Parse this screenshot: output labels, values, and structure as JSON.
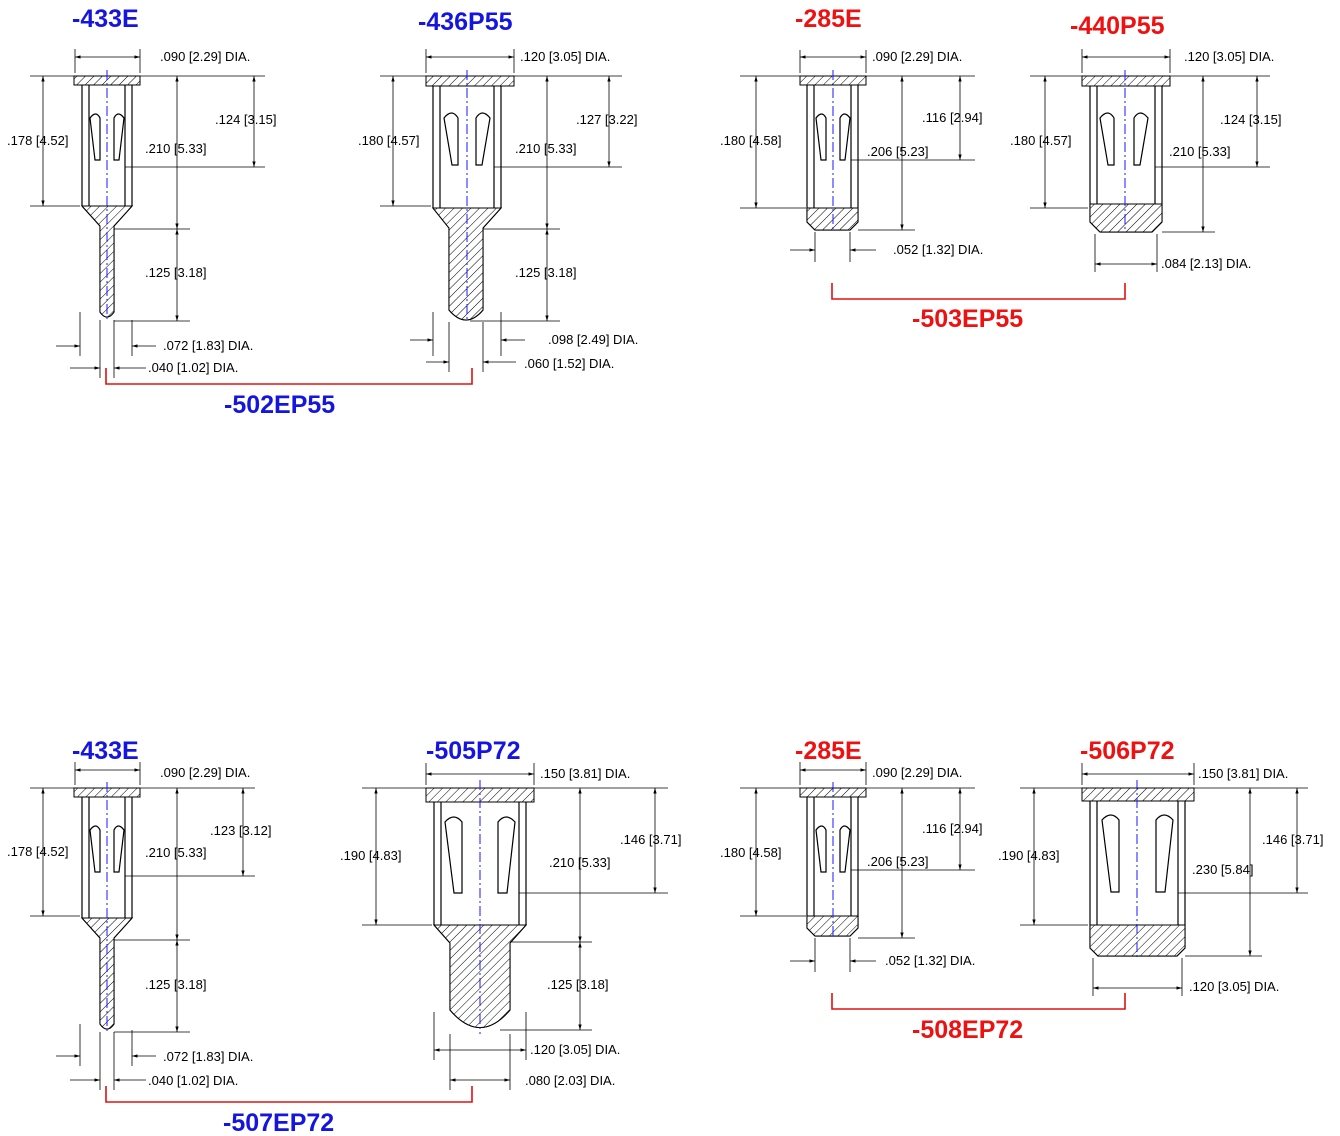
{
  "colors": {
    "blue_label": "#1515e0",
    "red_label": "#ee1111",
    "centerline": "#1a1aff"
  },
  "panels": {
    "tl": {
      "part_a": "-433E",
      "part_b": "-436P55",
      "assembly": "-502EP55",
      "a_top_dia": ".090 [2.29] DIA.",
      "a_len": ".178 [4.52]",
      "a_total": ".210 [5.33]",
      "a_depth": ".124 [3.15]",
      "a_tail": ".125 [3.18]",
      "a_tail_dia": ".072 [1.83] DIA.",
      "a_pin_dia": ".040 [1.02] DIA.",
      "b_top_dia": ".120 [3.05] DIA.",
      "b_len": ".180 [4.57]",
      "b_total": ".210 [5.33]",
      "b_depth": ".127 [3.22]",
      "b_tail": ".125 [3.18]",
      "b_tail_dia": ".098 [2.49] DIA.",
      "b_pin_dia": ".060 [1.52] DIA."
    },
    "tr": {
      "part_a": "-285E",
      "part_b": "-440P55",
      "assembly": "-503EP55",
      "a_top_dia": ".090 [2.29] DIA.",
      "a_len": ".180 [4.58]",
      "a_total": ".206 [5.23]",
      "a_depth": ".116 [2.94]",
      "a_bot_dia": ".052 [1.32] DIA.",
      "b_top_dia": ".120 [3.05] DIA.",
      "b_len": ".180 [4.57]",
      "b_total": ".210 [5.33]",
      "b_depth": ".124 [3.15]",
      "b_bot_dia": ".084 [2.13] DIA."
    },
    "bl": {
      "part_a": "-433E",
      "part_b": "-505P72",
      "assembly": "-507EP72",
      "a_top_dia": ".090 [2.29] DIA.",
      "a_len": ".178 [4.52]",
      "a_total": ".210 [5.33]",
      "a_depth": ".123 [3.12]",
      "a_tail": ".125 [3.18]",
      "a_tail_dia": ".072 [1.83] DIA.",
      "a_pin_dia": ".040 [1.02] DIA.",
      "b_top_dia": ".150 [3.81] DIA.",
      "b_len": ".190 [4.83]",
      "b_total": ".210 [5.33]",
      "b_depth": ".146 [3.71]",
      "b_tail": ".125 [3.18]",
      "b_tail_dia": ".120 [3.05] DIA.",
      "b_pin_dia": ".080 [2.03] DIA."
    },
    "br": {
      "part_a": "-285E",
      "part_b": "-506P72",
      "assembly": "-508EP72",
      "a_top_dia": ".090 [2.29] DIA.",
      "a_len": ".180 [4.58]",
      "a_total": ".206 [5.23]",
      "a_depth": ".116 [2.94]",
      "a_bot_dia": ".052 [1.32] DIA.",
      "b_top_dia": ".150 [3.81] DIA.",
      "b_len": ".190 [4.83]",
      "b_total": ".230 [5.84]",
      "b_depth": ".146 [3.71]",
      "b_bot_dia": ".120 [3.05] DIA."
    }
  }
}
